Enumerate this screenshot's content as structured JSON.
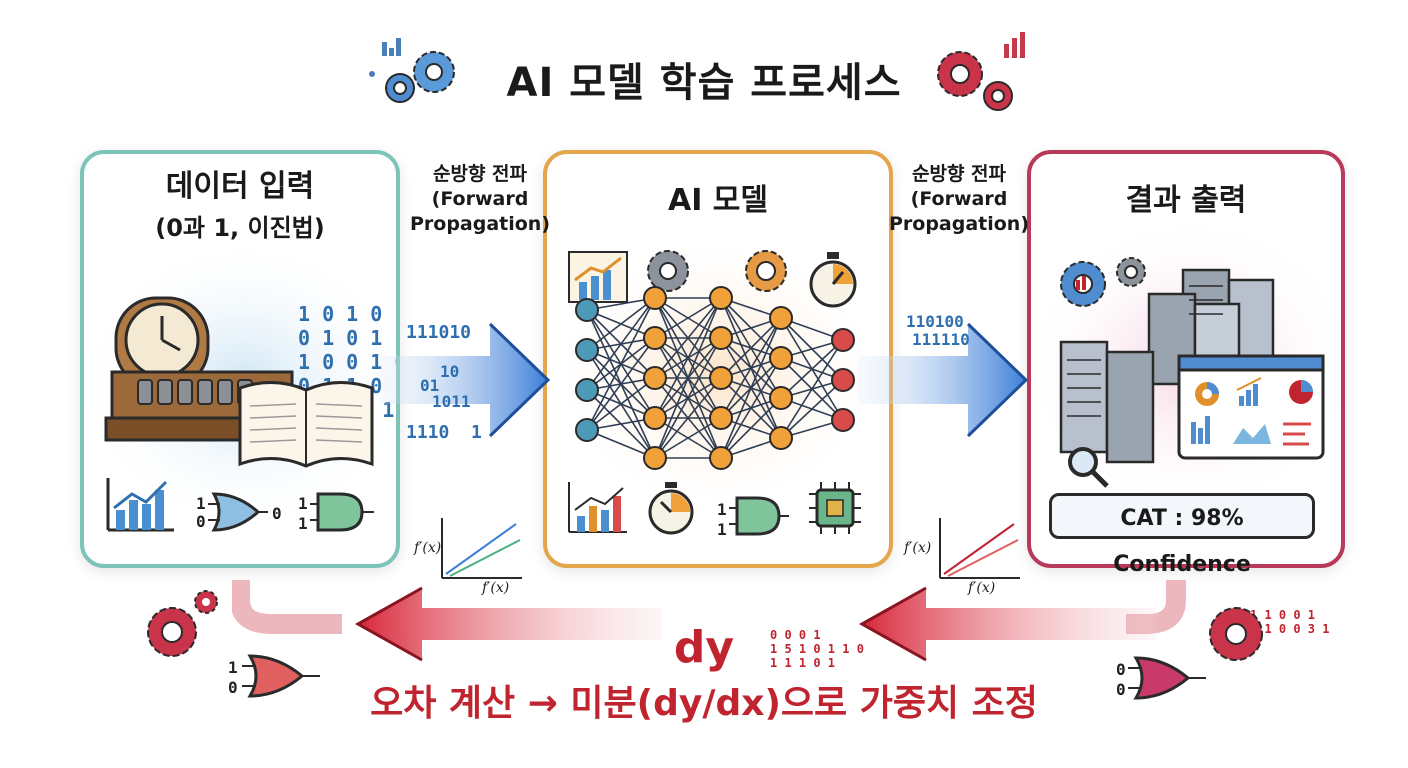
{
  "title": "AI 모델 학습 프로세스",
  "panels": {
    "input": {
      "title": "데이터 입력",
      "subtitle": "(0과 1, 이진법)"
    },
    "model": {
      "title": "AI 모델"
    },
    "output": {
      "title": "결과 출력",
      "result": "CAT : 98% Confidence"
    }
  },
  "forward": {
    "left": {
      "line1": "순방향 전파",
      "line2": "(Forward",
      "line3": "Propagation)"
    },
    "right": {
      "line1": "순방향 전파",
      "line2": "(Forward",
      "line3": "Propagation)"
    }
  },
  "input_bits": [
    "1 0 1 0 1",
    "0 1 0 1 1",
    "1 0 0 1 0",
    "0 1 1 0 1",
    "1 0  0 1"
  ],
  "arrow_bits_left": {
    "top": "111010",
    "mid1": "10",
    "mid2": "01",
    "mid3": "1011",
    "bottom": "1110  1"
  },
  "arrow_bits_right": {
    "top": "110100",
    "mid": "111110"
  },
  "derivative": {
    "y_label": "f′(x)",
    "x_label": "f′(x)"
  },
  "gate_bits": {
    "input_a": "1",
    "input_b": "0",
    "output": "0",
    "a2": "1",
    "b2": "1",
    "model_a": "1",
    "model_b": "1",
    "back_a": "1",
    "back_b": "0",
    "back_c": "0"
  },
  "backprop": {
    "dy": "dy",
    "label": "오차 계산 → 미분(dy/dx)으로 가중치 조정",
    "bits_left": [
      "0 0 0 1",
      "1 5 1 0 1 1 0",
      "1 1 1 0 1"
    ],
    "bits_right": [
      "1 1 0 0 1",
      "1 1 0 0 3 1"
    ]
  },
  "colors": {
    "input_border": "#7cc3b8",
    "model_border": "#e4a64a",
    "output_border": "#b73a5a",
    "forward_arrow": "#3d7fd6",
    "backward_arrow": "#d8283a",
    "neuron_input": "#4c9ab8",
    "neuron_hidden": "#f0a13a",
    "neuron_output": "#d84b4b"
  },
  "icons": [
    "gear-icon",
    "bar-chart-icon",
    "clock-icon",
    "calculating-machine-icon",
    "book-icon",
    "logic-gate-icon",
    "stopwatch-icon",
    "neural-network-icon",
    "chip-icon",
    "server-rack-icon",
    "dashboard-icon",
    "magnifier-icon"
  ]
}
